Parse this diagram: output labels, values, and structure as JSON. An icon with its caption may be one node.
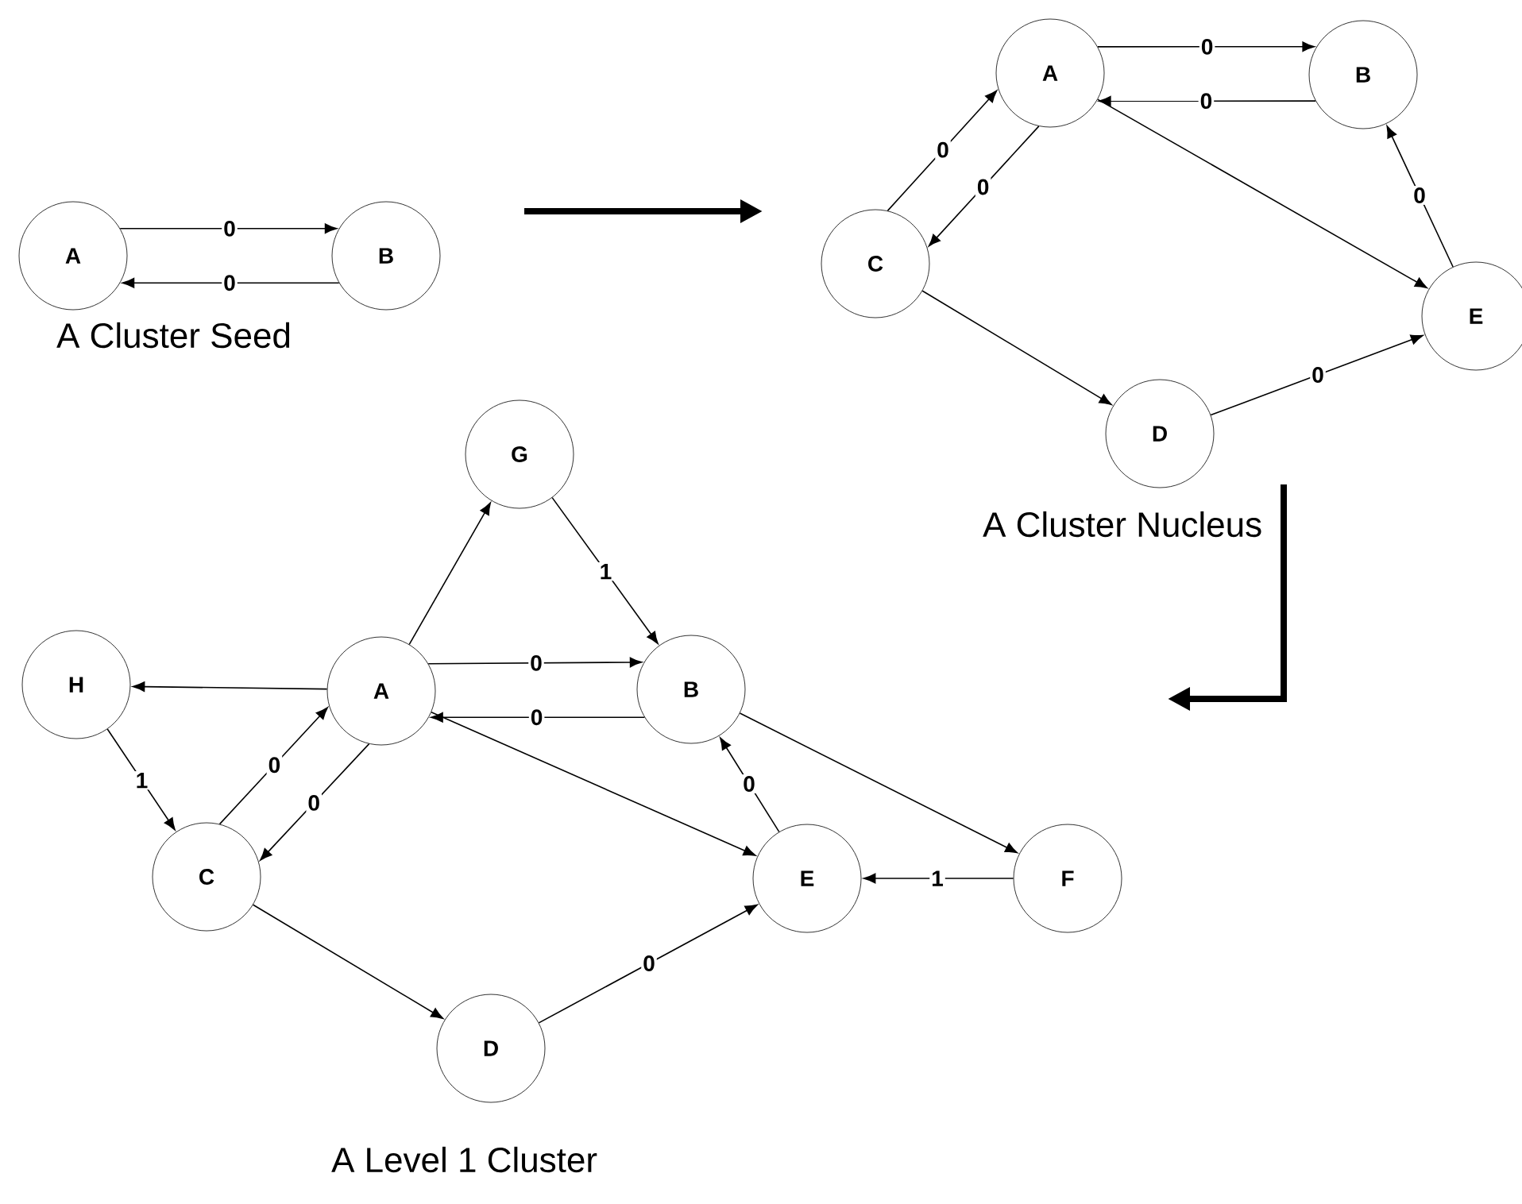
{
  "diagram": {
    "nodes": [
      {
        "text": [
          "A"
        ]
      },
      {
        "text": [
          "B"
        ]
      },
      {
        "text": [
          "A"
        ]
      },
      {
        "text": [
          "B"
        ]
      },
      {
        "text": [
          "C"
        ]
      },
      {
        "text": [
          "E"
        ]
      },
      {
        "text": [
          "D"
        ]
      },
      {
        "text": [
          "G"
        ]
      },
      {
        "text": [
          "H"
        ]
      },
      {
        "text": [
          "A"
        ]
      },
      {
        "text": [
          "B"
        ]
      },
      {
        "text": [
          "C"
        ]
      },
      {
        "text": [
          "E"
        ]
      },
      {
        "text": [
          "F"
        ]
      },
      {
        "text": [
          "D"
        ]
      }
    ],
    "edges": [
      {
        "from": 0,
        "to": 1,
        "arrow": "to",
        "label": "0"
      },
      {
        "from": 1,
        "to": 0,
        "arrow": "to",
        "label": "0"
      },
      {
        "from": 2,
        "to": 3,
        "arrow": "to",
        "label": "0"
      },
      {
        "from": 3,
        "to": 2,
        "arrow": "to",
        "label": "0"
      },
      {
        "from": 4,
        "to": 2,
        "arrow": "to",
        "label": "0"
      },
      {
        "from": 2,
        "to": 4,
        "arrow": "to",
        "label": "0"
      },
      {
        "from": 2,
        "to": 5,
        "arrow": "to"
      },
      {
        "from": 5,
        "to": 3,
        "arrow": "to",
        "label": "0"
      },
      {
        "from": 4,
        "to": 6,
        "arrow": "to"
      },
      {
        "from": 6,
        "to": 5,
        "arrow": "to",
        "label": "0"
      },
      {
        "from": 9,
        "to": 7,
        "arrow": "to"
      },
      {
        "from": 7,
        "to": 10,
        "arrow": "to",
        "label": "1"
      },
      {
        "from": 9,
        "to": 8,
        "arrow": "to"
      },
      {
        "from": 9,
        "to": 10,
        "arrow": "to",
        "label": "0"
      },
      {
        "from": 10,
        "to": 9,
        "arrow": "to",
        "label": "0"
      },
      {
        "from": 8,
        "to": 11,
        "arrow": "to",
        "label": "1"
      },
      {
        "from": 11,
        "to": 9,
        "arrow": "to",
        "label": "0"
      },
      {
        "from": 9,
        "to": 11,
        "arrow": "to",
        "label": "0"
      },
      {
        "from": 9,
        "to": 12,
        "arrow": "to"
      },
      {
        "from": 12,
        "to": 10,
        "arrow": "to",
        "label": "0"
      },
      {
        "from": 10,
        "to": 13,
        "arrow": "to"
      },
      {
        "from": 13,
        "to": 12,
        "arrow": "to",
        "label": "1"
      },
      {
        "from": 11,
        "to": 14,
        "arrow": "to"
      },
      {
        "from": 14,
        "to": 12,
        "arrow": "to",
        "label": "0"
      }
    ],
    "labels": [
      "A Cluster Seed",
      "A Cluster Nucleus",
      "A Level 1 Cluster"
    ]
  }
}
